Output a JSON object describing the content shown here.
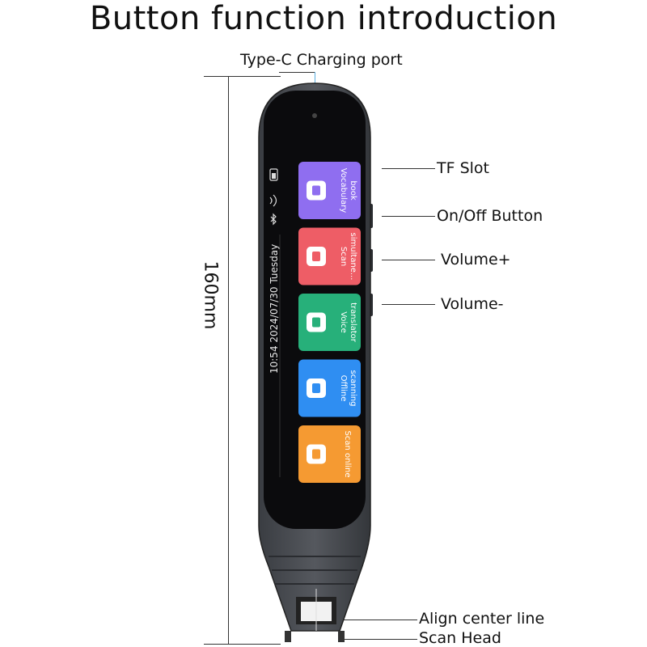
{
  "title": "Button function introduction",
  "dimension": "160mm",
  "callouts": {
    "type_c": "Type-C Charging port",
    "tf_slot": "TF Slot",
    "on_off": "On/Off Button",
    "vol_up": "Volume+",
    "vol_down": "Volume-",
    "align": "Align center line",
    "scan_head": "Scan Head"
  },
  "screen": {
    "status": "10:54   2024/07/30 Tuesday",
    "apps": [
      {
        "label1": "Vocabulary",
        "label2": "book",
        "color": "#8f6ef0"
      },
      {
        "label1": "Scan",
        "label2": "simultane...",
        "color": "#ee5d66"
      },
      {
        "label1": "Voice",
        "label2": "translator",
        "color": "#27b07a"
      },
      {
        "label1": "Offline",
        "label2": "scanning",
        "color": "#2f8ef2"
      },
      {
        "label1": "Scan online",
        "label2": "",
        "color": "#f59a32"
      }
    ]
  }
}
